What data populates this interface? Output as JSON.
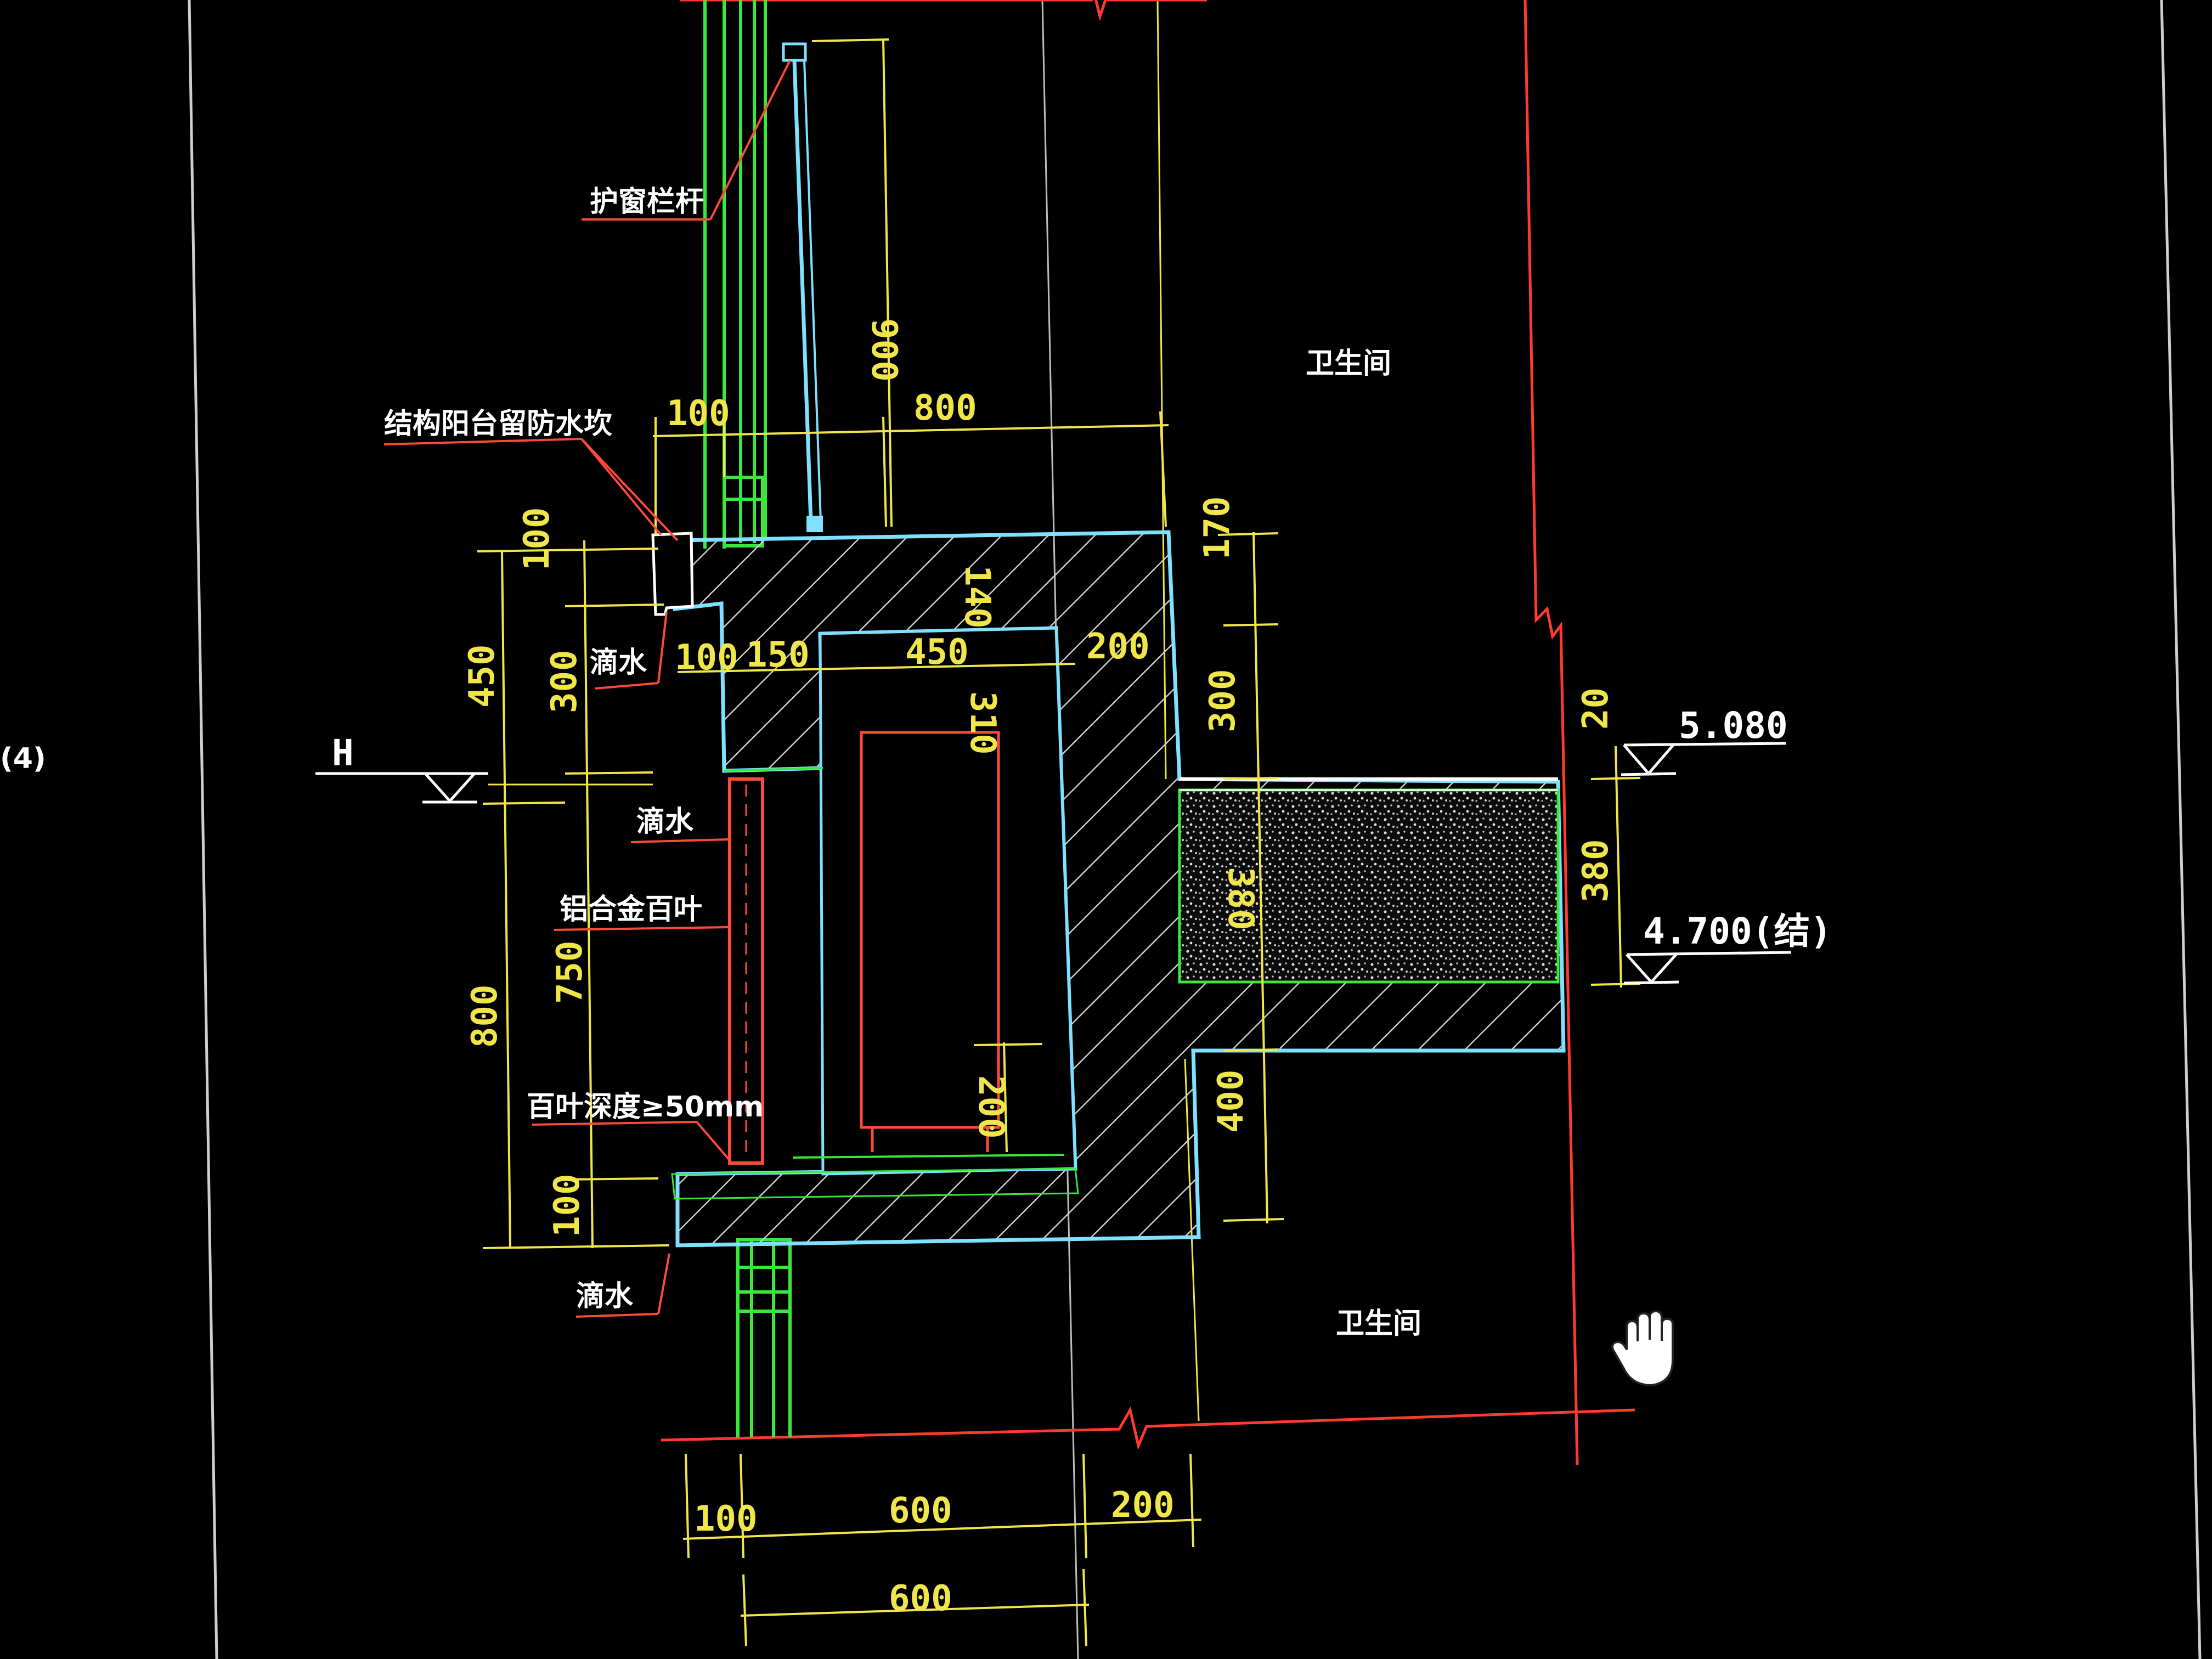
{
  "colors": {
    "background": "#000000",
    "dimension": "#f0e64a",
    "concrete_outline": "#7fe0ff",
    "window_frame": "#39e83a",
    "leader": "#ff4a3a",
    "axis": "#ff3b2f",
    "hatch": "#c9c9c9",
    "text": "#ffffff"
  },
  "labels": {
    "parapet_railing": "护窗栏杆",
    "waterproof_note": "结构阳台留防水坎",
    "drip_top": "滴水",
    "drip_mid": "滴水",
    "drip_bottom": "滴水",
    "aluminum_louver": "铝合金百叶",
    "louver_depth": "百叶深度≥50mm",
    "room_upper": "卫生间",
    "room_lower": "卫生间",
    "left_edge": "(4)",
    "level_h": "H",
    "level_top": "5.080",
    "level_mid": "4.700(结)"
  },
  "dims": {
    "d900": "900",
    "d800_top": "800",
    "d100_top": "100",
    "d100_a": "100",
    "d450_left": "450",
    "d300_a": "300",
    "d100_b": "100",
    "d150": "150",
    "d450_mid": "450",
    "d200_mid": "200",
    "d140": "140",
    "d310": "310",
    "d170": "170",
    "d300_right": "300",
    "d20": "20",
    "d380_a": "380",
    "d380_b": "380",
    "d800_left": "800",
    "d750": "750",
    "d200_inner": "200",
    "d100_c": "100",
    "d400": "400",
    "d100_bottom": "100",
    "d600_bottom": "600",
    "d200_bottom": "200",
    "d600_total": "600"
  },
  "cursor": {
    "icon": "hand-pan-icon"
  }
}
